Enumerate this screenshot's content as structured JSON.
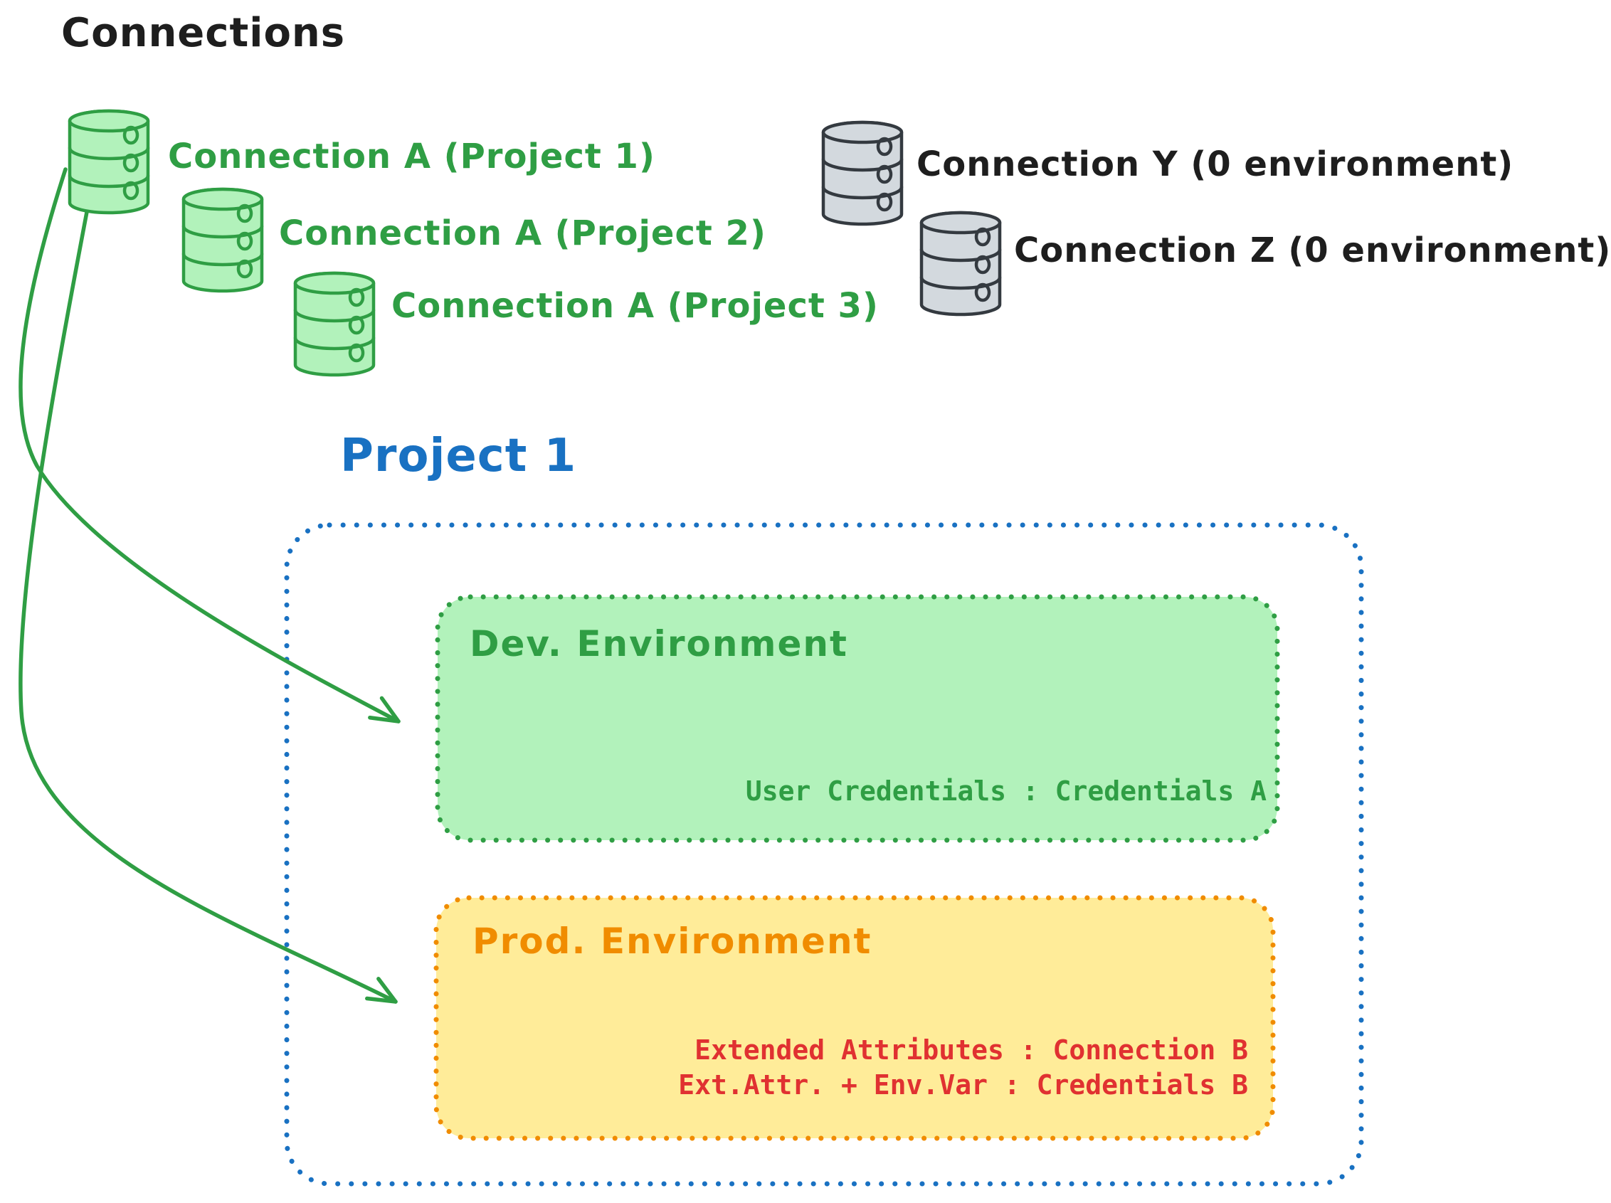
{
  "diagram": {
    "title": "Connections",
    "connections": {
      "green": [
        {
          "label": "Connection A (Project 1)"
        },
        {
          "label": "Connection A (Project 2)"
        },
        {
          "label": "Connection A (Project 3)"
        }
      ],
      "gray": [
        {
          "label": "Connection Y (0 environment)"
        },
        {
          "label": "Connection Z (0 environment)"
        }
      ]
    },
    "project": {
      "title": "Project 1",
      "dev": {
        "title": "Dev. Environment",
        "credentials": "User Credentials : Credentials A"
      },
      "prod": {
        "title": "Prod. Environment",
        "lines": [
          {
            "text": "Extended Attributes : Connection B"
          },
          {
            "text": "Ext.Attr. + Env.Var : Credentials B"
          }
        ]
      }
    },
    "colors": {
      "ink": "#1e1e1e",
      "green_stroke": "#2f9e44",
      "green_fill": "#b2f2bb",
      "gray_stroke": "#343a40",
      "gray_fill": "#d3d9de",
      "blue": "#1971c2",
      "orange_stroke": "#f08c00",
      "yellow_fill": "#ffec99",
      "red": "#e03131"
    }
  }
}
